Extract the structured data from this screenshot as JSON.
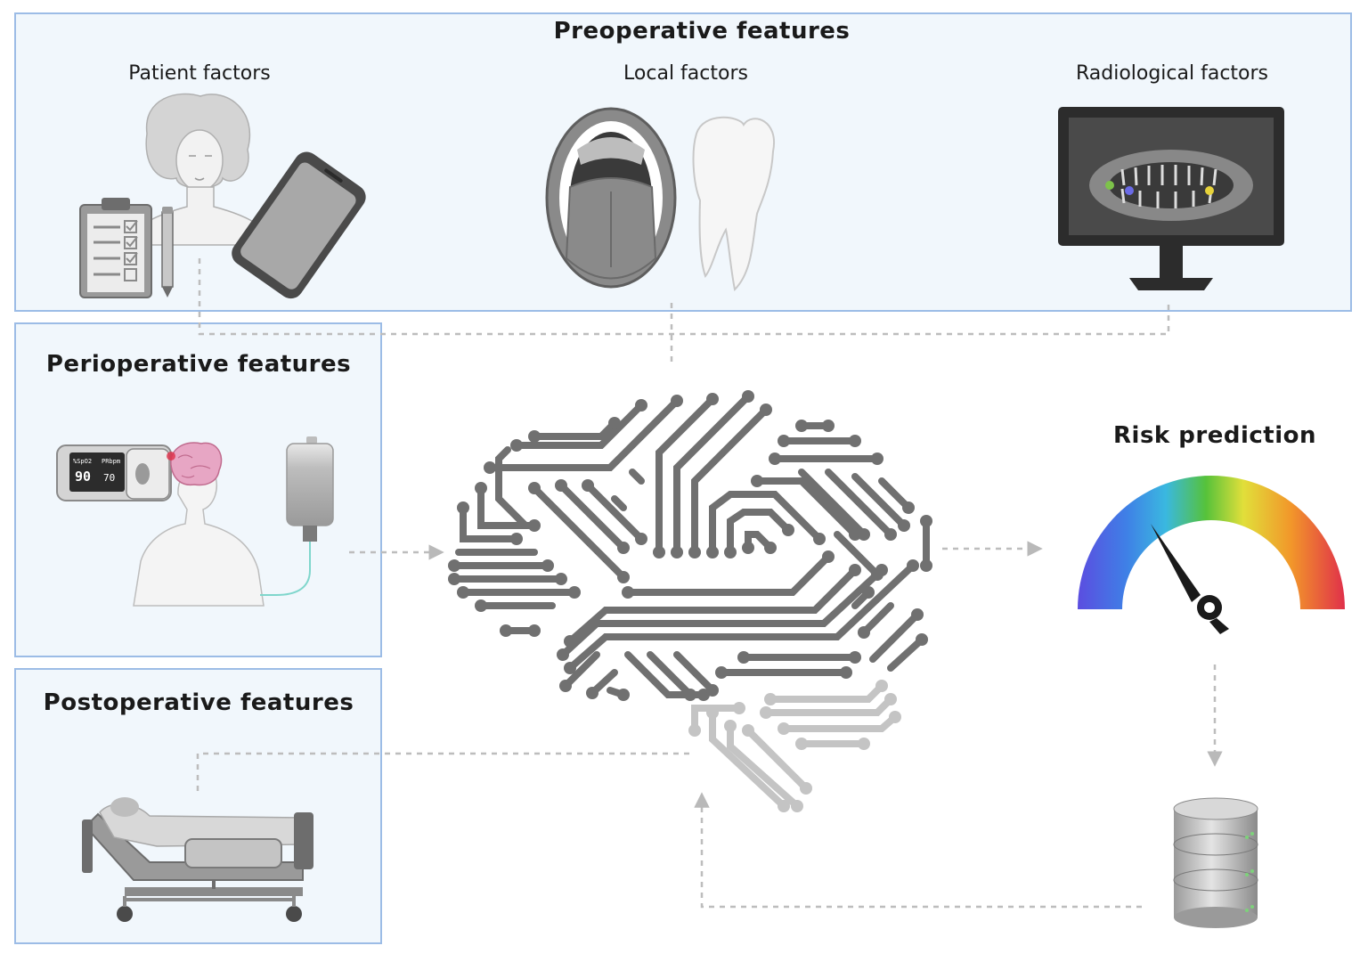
{
  "preoperative": {
    "title": "Preoperative features",
    "patient_factors": "Patient factors",
    "local_factors": "Local factors",
    "radiological_factors": "Radiological factors"
  },
  "perioperative": {
    "title": "Perioperative features",
    "oximeter_spo2_label": "%SpO2",
    "oximeter_pr_label": "PRbpm",
    "oximeter_spo2_value": "90",
    "oximeter_pr_value": "70"
  },
  "postoperative": {
    "title": "Postoperative features"
  },
  "risk": {
    "title": "Risk prediction"
  },
  "colors": {
    "panel_fill": "#f1f7fc",
    "panel_border": "#9cbce6",
    "circuit_dark": "#6d6d6d",
    "circuit_light": "#c4c4c4",
    "arrow": "#b9b9b9"
  },
  "icons": [
    "patient-woman-icon",
    "clipboard-checklist-icon",
    "pencil-icon",
    "smartphone-icon",
    "open-mouth-icon",
    "molar-tooth-icon",
    "panoramic-xray-monitor-icon",
    "pulse-oximeter-icon",
    "brain-icon",
    "iv-bag-icon",
    "hospital-bed-icon",
    "circuit-brain-icon",
    "risk-gauge-icon",
    "database-icon"
  ]
}
